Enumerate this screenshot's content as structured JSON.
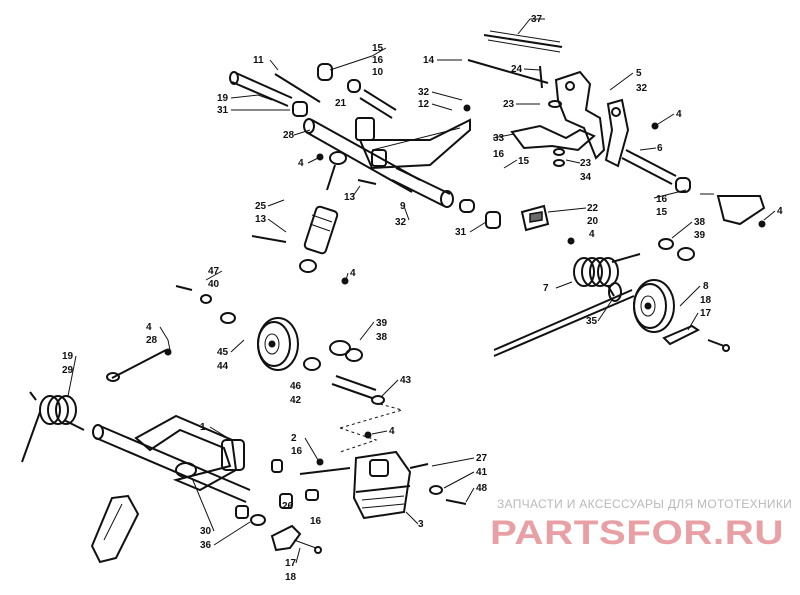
{
  "callouts": [
    "37",
    "15",
    "16",
    "10",
    "11",
    "14",
    "24",
    "5",
    "32",
    "19",
    "31",
    "21",
    "32",
    "12",
    "23",
    "4",
    "28",
    "33",
    "16",
    "15",
    "6",
    "4",
    "23",
    "34",
    "13",
    "32",
    "9",
    "22",
    "20",
    "4",
    "16",
    "15",
    "4",
    "25",
    "13",
    "31",
    "38",
    "39",
    "4",
    "47",
    "40",
    "7",
    "8",
    "18",
    "17",
    "35",
    "4",
    "28",
    "45",
    "44",
    "39",
    "38",
    "43",
    "46",
    "42",
    "19",
    "29",
    "1",
    "2",
    "16",
    "4",
    "27",
    "41",
    "48",
    "26",
    "3",
    "30",
    "36",
    "16",
    "17",
    "18"
  ],
  "watermark": {
    "caption": "ЗАПЧАСТИ И АКСЕССУАРЫ ДЛЯ МОТОТЕХНИКИ",
    "logo_text": "PARTSFOR.RU",
    "color": "#e8a0a4"
  }
}
